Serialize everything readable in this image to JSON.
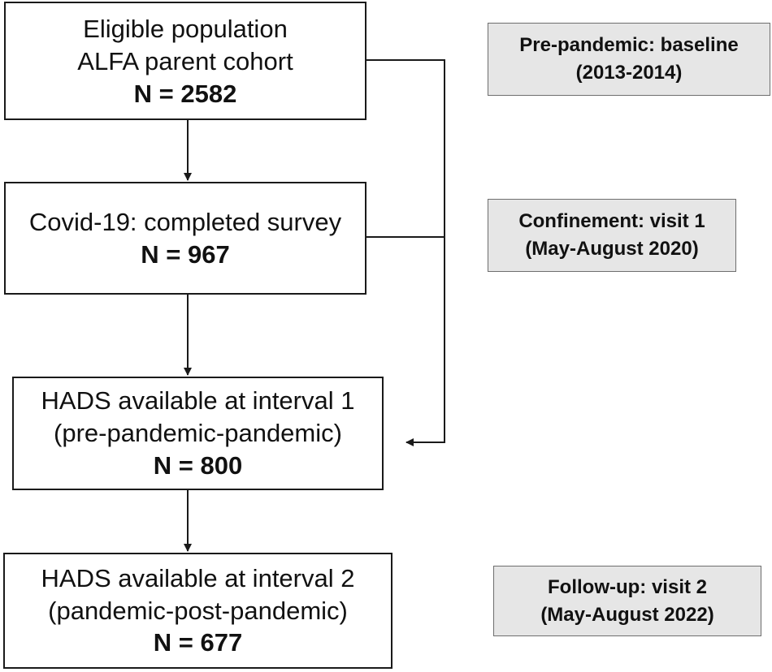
{
  "flow_boxes": [
    {
      "lines": [
        "Eligible population",
        "ALFA parent cohort"
      ],
      "count": "N = 2582"
    },
    {
      "lines": [
        "Covid-19: completed survey"
      ],
      "count": "N = 967"
    },
    {
      "lines": [
        "HADS available at interval 1",
        "(pre-pandemic-pandemic)"
      ],
      "count": "N = 800"
    },
    {
      "lines": [
        "HADS available at interval 2",
        "(pandemic-post-pandemic)"
      ],
      "count": "N = 677"
    }
  ],
  "timepoint_labels": [
    {
      "title": "Pre-pandemic: baseline",
      "period": "(2013-2014)"
    },
    {
      "title": "Confinement: visit 1",
      "period": "(May-August 2020)"
    },
    {
      "title": "Follow-up: visit 2",
      "period": "(May-August 2022)"
    }
  ],
  "colors": {
    "box_border": "#1a1a1a",
    "label_fill": "#e6e6e6",
    "label_border": "#6e6e6e",
    "connector": "#1a1a1a"
  }
}
